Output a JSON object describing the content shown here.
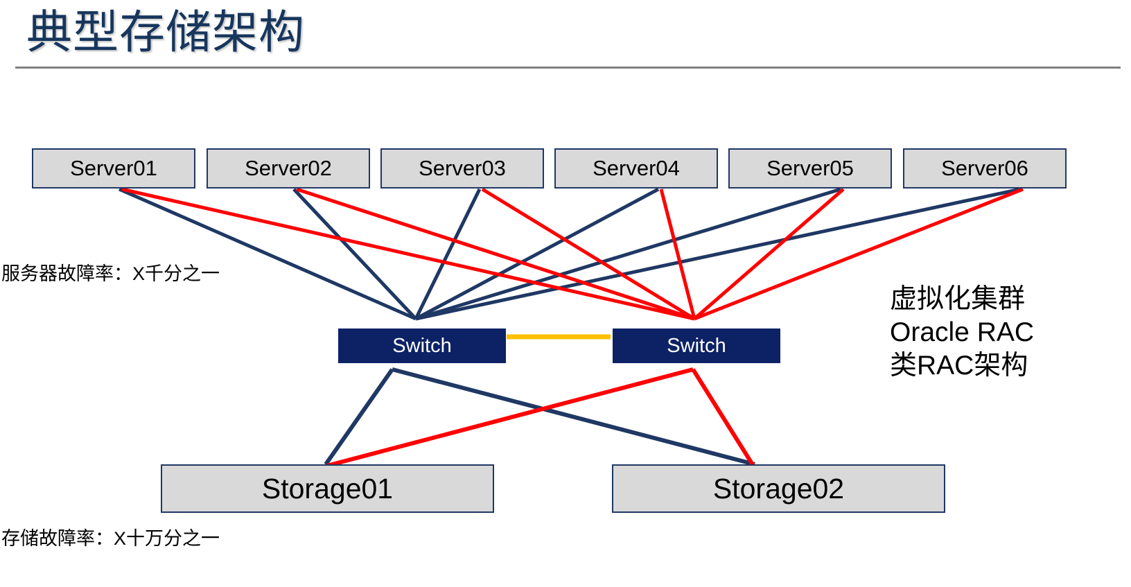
{
  "slide": {
    "title": "典型存储架构",
    "background_color": "#ffffff",
    "title_color": "#17365d",
    "rule_color": "#808080"
  },
  "palette": {
    "node_fill": "#d9d9d9",
    "node_border": "#1f3864",
    "switch_fill": "#0d2265",
    "switch_text": "#ffffff",
    "link_navy": "#1f3864",
    "link_red": "#ff0000",
    "link_orange": "#ffc000"
  },
  "servers": [
    {
      "id": "server01",
      "label": "Server01"
    },
    {
      "id": "server02",
      "label": "Server02"
    },
    {
      "id": "server03",
      "label": "Server03"
    },
    {
      "id": "server04",
      "label": "Server04"
    },
    {
      "id": "server05",
      "label": "Server05"
    },
    {
      "id": "server06",
      "label": "Server06"
    }
  ],
  "switches": [
    {
      "id": "switch-left",
      "label": "Switch"
    },
    {
      "id": "switch-right",
      "label": "Switch"
    }
  ],
  "storages": [
    {
      "id": "storage01",
      "label": "Storage01"
    },
    {
      "id": "storage02",
      "label": "Storage02"
    }
  ],
  "annotations": {
    "server_failure_rate": "服务器故障率：X千分之一",
    "storage_failure_rate": "存储故障率：X十万分之一"
  },
  "cluster_note": {
    "line1": "虚拟化集群",
    "line2": "Oracle RAC",
    "line3": "类RAC架构"
  },
  "links": {
    "server_to_left_switch_color": "#1f3864",
    "server_to_right_switch_color": "#ff0000",
    "switch_to_switch_color": "#ffc000",
    "left_switch_to_storage_color": "#1f3864",
    "right_switch_to_storage_color": "#ff0000"
  }
}
